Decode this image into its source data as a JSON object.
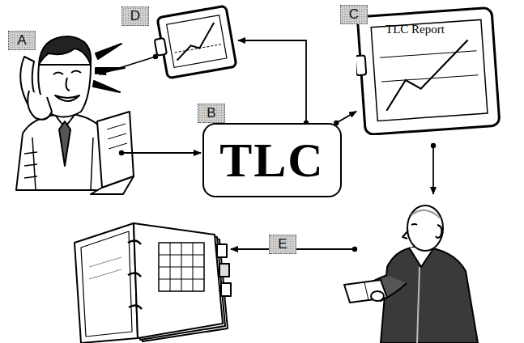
{
  "diagram": {
    "nodes": [
      {
        "text": [
          "TLC"
        ]
      },
      {
        "text": [
          "TLC Report"
        ]
      }
    ],
    "edges": [
      {
        "from": 0,
        "to": 1,
        "arrow": "to"
      }
    ],
    "labels": [
      "A",
      "B",
      "C",
      "D",
      "E"
    ]
  }
}
